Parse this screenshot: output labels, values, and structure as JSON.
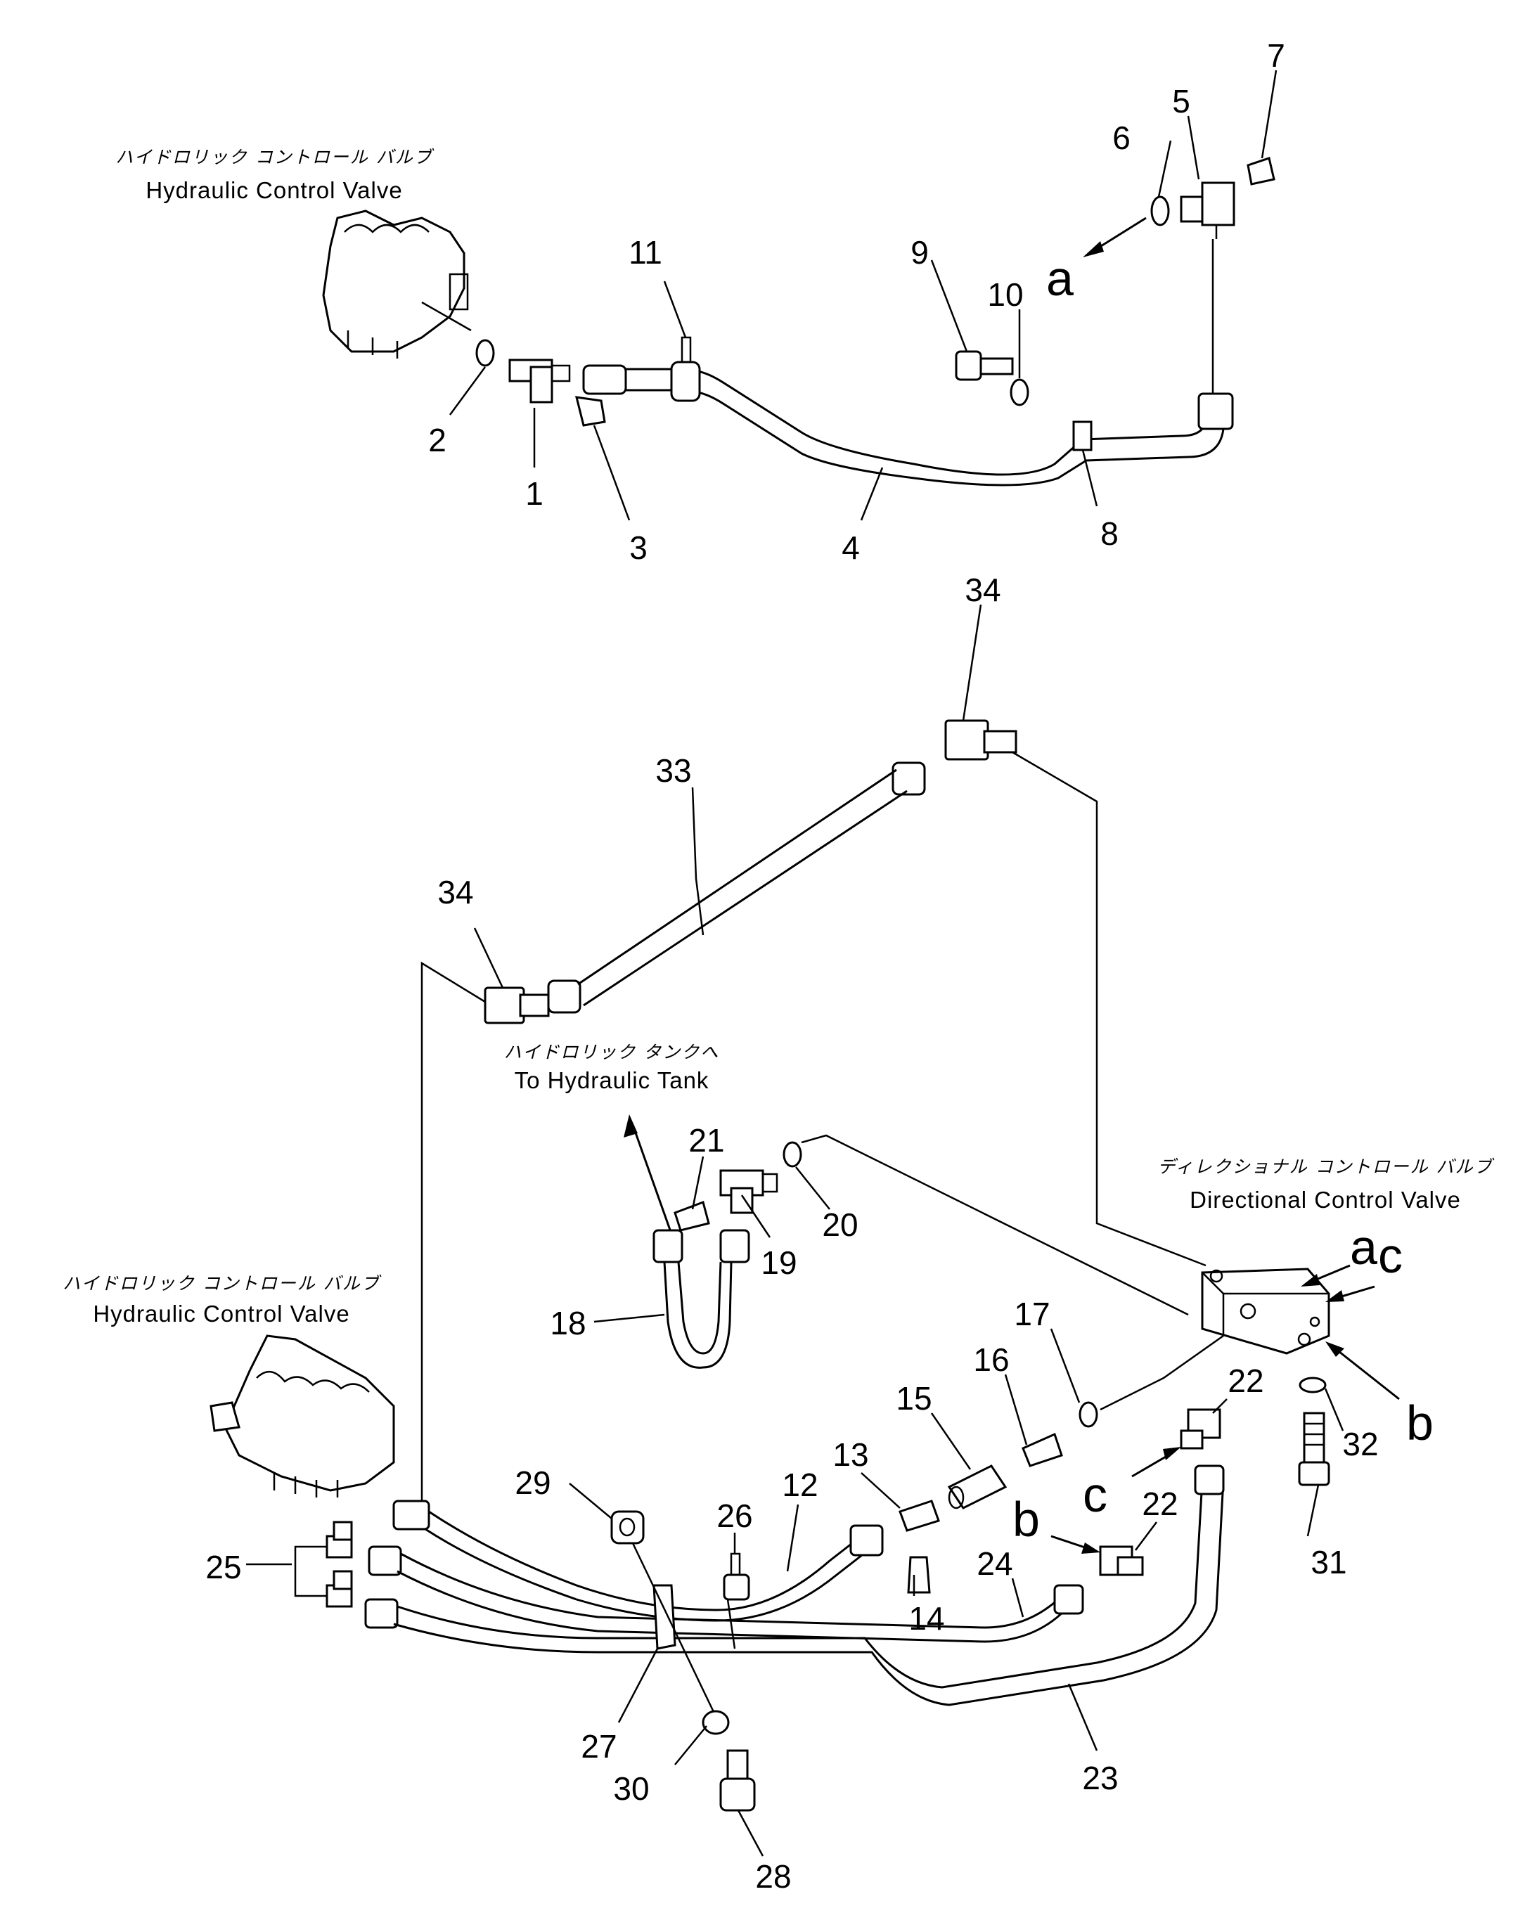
{
  "captions": {
    "hcv_top_jp": "ハイドロリック コントロール バルブ",
    "hcv_top_en": "Hydraulic Control Valve",
    "tank_jp": "ハイドロリック タンクへ",
    "tank_en": "To Hydraulic Tank",
    "dcv_jp": "ディレクショナル コントロール バルブ",
    "dcv_en": "Directional Control Valve",
    "hcv_bottom_jp": "ハイドロリック コントロール バルブ",
    "hcv_bottom_en": "Hydraulic Control Valve"
  },
  "refs": {
    "a_top": "a",
    "a_dcv": "a",
    "c_dcv": "c",
    "b_dcv": "b",
    "c_low": "c",
    "b_low": "b"
  },
  "part_numbers": [
    "1",
    "2",
    "3",
    "4",
    "5",
    "6",
    "7",
    "8",
    "9",
    "10",
    "11",
    "12",
    "13",
    "14",
    "15",
    "16",
    "17",
    "18",
    "19",
    "20",
    "21",
    "22",
    "23",
    "24",
    "25",
    "26",
    "27",
    "28",
    "29",
    "30",
    "31",
    "32",
    "33",
    "34"
  ],
  "labels": {
    "n1": "1",
    "n2": "2",
    "n3": "3",
    "n4": "4",
    "n5": "5",
    "n6": "6",
    "n7": "7",
    "n8": "8",
    "n9": "9",
    "n10": "10",
    "n11": "11",
    "n12": "12",
    "n13": "13",
    "n14": "14",
    "n15": "15",
    "n16": "16",
    "n17": "17",
    "n18": "18",
    "n19": "19",
    "n20": "20",
    "n21": "21",
    "n22a": "22",
    "n22b": "22",
    "n23": "23",
    "n24": "24",
    "n25": "25",
    "n26": "26",
    "n27": "27",
    "n28": "28",
    "n29": "29",
    "n30": "30",
    "n31": "31",
    "n32": "32",
    "n33": "33",
    "n34a": "34",
    "n34b": "34"
  }
}
